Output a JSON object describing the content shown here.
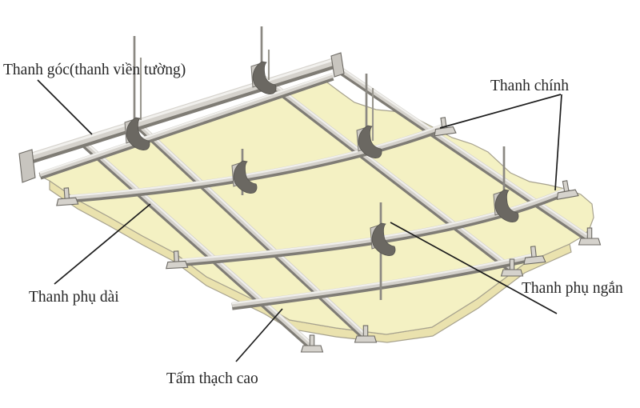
{
  "diagram": {
    "background": "#ffffff",
    "labels": {
      "corner_bar": "Thanh góc(thanh viền tường)",
      "main_bar": "Thanh chính",
      "long_cross_bar": "Thanh phụ dài",
      "short_cross_bar": "Thanh phụ ngắn",
      "gypsum_board": "Tấm thạch cao"
    },
    "colors": {
      "background": "#ffffff",
      "panel_yellow": "#f4f1c3",
      "panel_side": "#eae2ae",
      "panel_edge": "#a7a28e",
      "bar_light": "#d5d2cc",
      "bar_dark": "#7f7c75",
      "bar_highlight": "#f1f0ed",
      "bracket_dark": "#6b6862",
      "rod_gray": "#8b8882",
      "label_text": "#262626",
      "leader_line": "#1c1c1c"
    }
  }
}
